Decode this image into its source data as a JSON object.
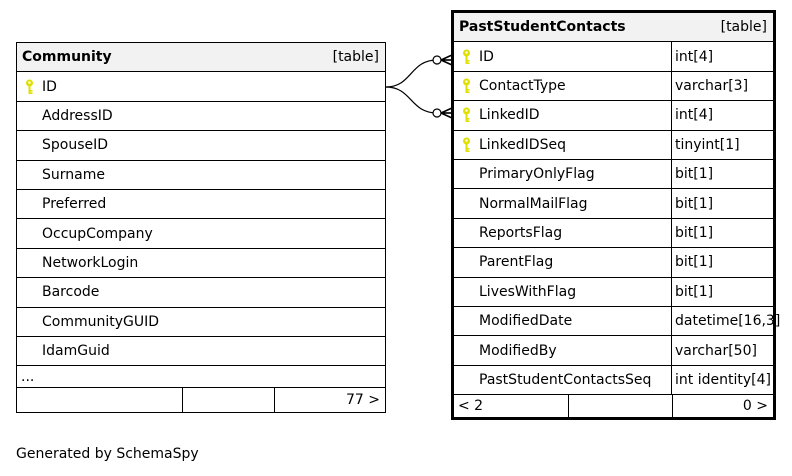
{
  "community": {
    "title": "Community",
    "tag": "[table]",
    "columns": [
      {
        "name": "ID",
        "key": true
      },
      {
        "name": "AddressID",
        "key": false
      },
      {
        "name": "SpouseID",
        "key": false
      },
      {
        "name": "Surname",
        "key": false
      },
      {
        "name": "Preferred",
        "key": false
      },
      {
        "name": "OccupCompany",
        "key": false
      },
      {
        "name": "NetworkLogin",
        "key": false
      },
      {
        "name": "Barcode",
        "key": false
      },
      {
        "name": "CommunityGUID",
        "key": false
      },
      {
        "name": "IdamGuid",
        "key": false
      }
    ],
    "more": "...",
    "footer_left": "",
    "footer_mid": "",
    "footer_right": "77 >"
  },
  "past": {
    "title": "PastStudentContacts",
    "tag": "[table]",
    "columns": [
      {
        "name": "ID",
        "type": "int[4]",
        "key": true
      },
      {
        "name": "ContactType",
        "type": "varchar[3]",
        "key": true
      },
      {
        "name": "LinkedID",
        "type": "int[4]",
        "key": true
      },
      {
        "name": "LinkedIDSeq",
        "type": "tinyint[1]",
        "key": true
      },
      {
        "name": "PrimaryOnlyFlag",
        "type": "bit[1]",
        "key": false
      },
      {
        "name": "NormalMailFlag",
        "type": "bit[1]",
        "key": false
      },
      {
        "name": "ReportsFlag",
        "type": "bit[1]",
        "key": false
      },
      {
        "name": "ParentFlag",
        "type": "bit[1]",
        "key": false
      },
      {
        "name": "LivesWithFlag",
        "type": "bit[1]",
        "key": false
      },
      {
        "name": "ModifiedDate",
        "type": "datetime[16,3]",
        "key": false
      },
      {
        "name": "ModifiedBy",
        "type": "varchar[50]",
        "key": false
      },
      {
        "name": "PastStudentContactsSeq",
        "type": "int identity[4]",
        "key": false
      }
    ],
    "footer_left": "< 2",
    "footer_mid": "",
    "footer_right": "0 >"
  },
  "credit": "Generated by SchemaSpy",
  "colors": {
    "key_icon": "#e0e000",
    "header_bg": "#f2f2f2",
    "line": "#000000"
  }
}
